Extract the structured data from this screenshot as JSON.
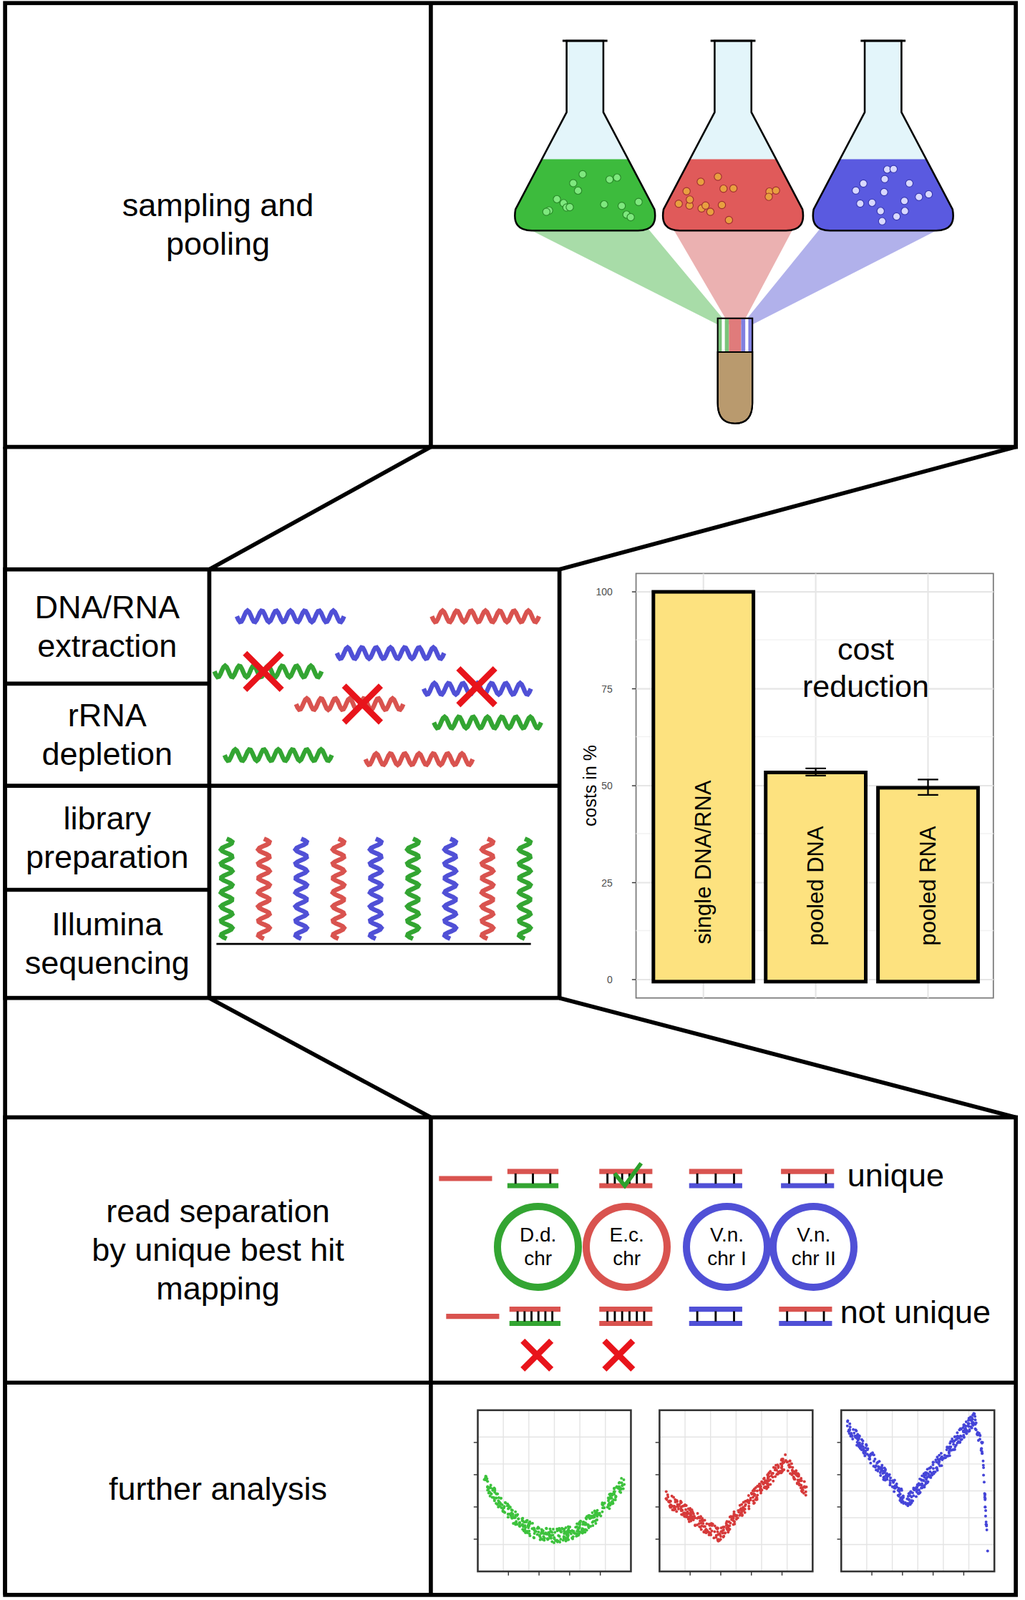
{
  "diagram": {
    "nodes": [
      {
        "text": [
          "sampling and pooling"
        ]
      },
      {
        "text": [
          "DNA/RNA extraction"
        ]
      },
      {
        "text": [
          "rRNA depletion"
        ]
      },
      {
        "text": [
          "library preparation"
        ]
      },
      {
        "text": [
          "Illumina sequencing"
        ]
      },
      {
        "text": [
          "read separation by unique best hit mapping"
        ]
      },
      {
        "text": [
          "further analysis"
        ]
      },
      {
        "text": [
          "D.d. chr"
        ]
      },
      {
        "text": [
          "E.c. chr"
        ]
      },
      {
        "text": [
          "V.n. chr I"
        ]
      },
      {
        "text": [
          "V.n. chr II"
        ]
      }
    ],
    "edges": [],
    "labels": [
      "cost reduction",
      "costs in %",
      "100",
      "75",
      "50",
      "25",
      "0",
      "single DNA/RNA",
      "pooled DNA",
      "pooled RNA",
      "unique",
      "not unique"
    ]
  }
}
